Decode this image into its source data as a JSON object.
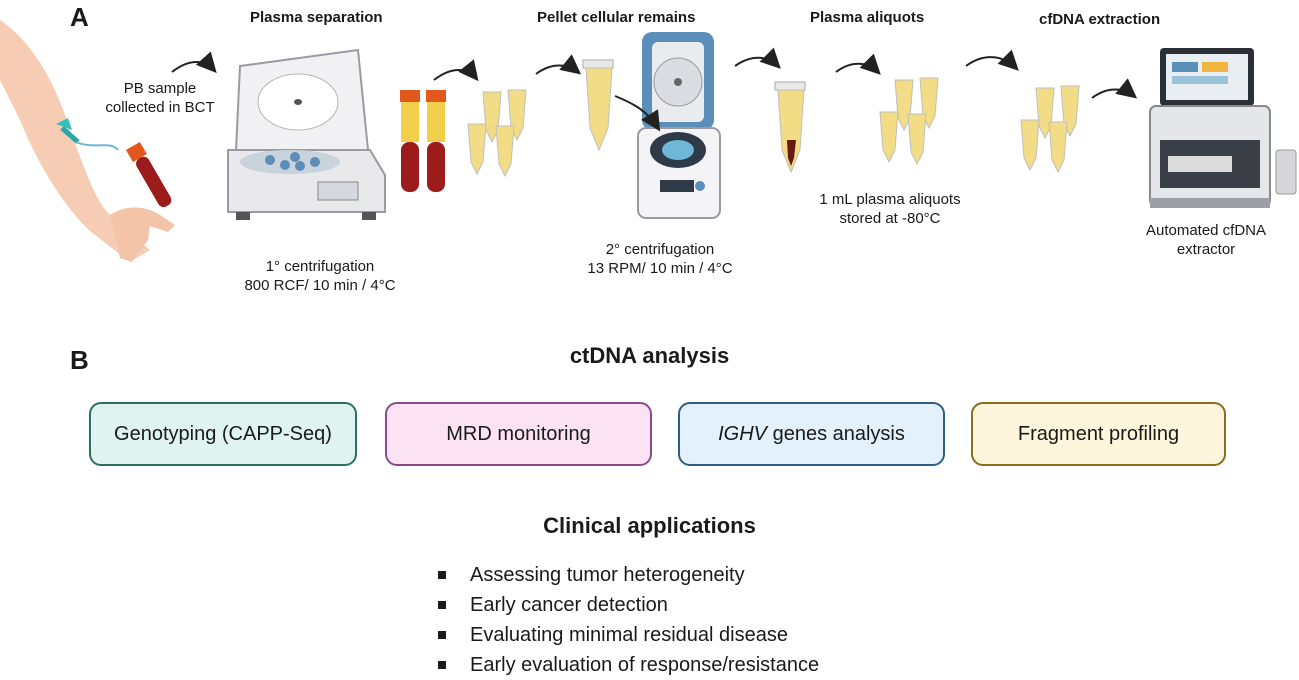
{
  "panel_a": {
    "letter": "A",
    "step_titles": {
      "plasma_separation": "Plasma separation",
      "pellet": "Pellet cellular remains",
      "aliquots": "Plasma aliquots",
      "extraction": "cfDNA extraction"
    },
    "sample_caption": [
      "PB sample",
      "collected in BCT"
    ],
    "centrifugation1": [
      "1° centrifugation",
      "800 RCF/ 10 min / 4°C"
    ],
    "centrifugation2": [
      "2° centrifugation",
      "13 RPM/ 10 min / 4°C"
    ],
    "aliquot_caption": [
      "1 mL plasma aliquots",
      "stored at -80°C"
    ],
    "extractor_caption": [
      "Automated cfDNA",
      "extractor"
    ]
  },
  "panel_b": {
    "letter": "B",
    "analysis_title": "ctDNA analysis",
    "boxes": [
      {
        "label": "Genotyping (CAPP-Seq)",
        "italic_prefix": "",
        "fill": "#dff3f1",
        "border": "#2f6e63"
      },
      {
        "label": "MRD monitoring",
        "italic_prefix": "",
        "fill": "#fbe3f3",
        "border": "#8a4c88"
      },
      {
        "label": " genes analysis",
        "italic_prefix": "IGHV",
        "fill": "#e2f1fb",
        "border": "#2f5d86"
      },
      {
        "label": "Fragment profiling",
        "italic_prefix": "",
        "fill": "#fdf6dc",
        "border": "#8a6d1f"
      }
    ],
    "clinical_title": "Clinical applications",
    "clinical_items": [
      "Assessing tumor heterogeneity",
      "Early cancer detection",
      "Evaluating minimal residual disease",
      "Early evaluation of response/resistance"
    ]
  },
  "colors": {
    "plasma": "#f3dc86",
    "blood": "#9c1c1c",
    "tube_cap": "#e2571e",
    "centrifuge_lid": "#5b8eb8",
    "skin": "#f6cdb4"
  }
}
